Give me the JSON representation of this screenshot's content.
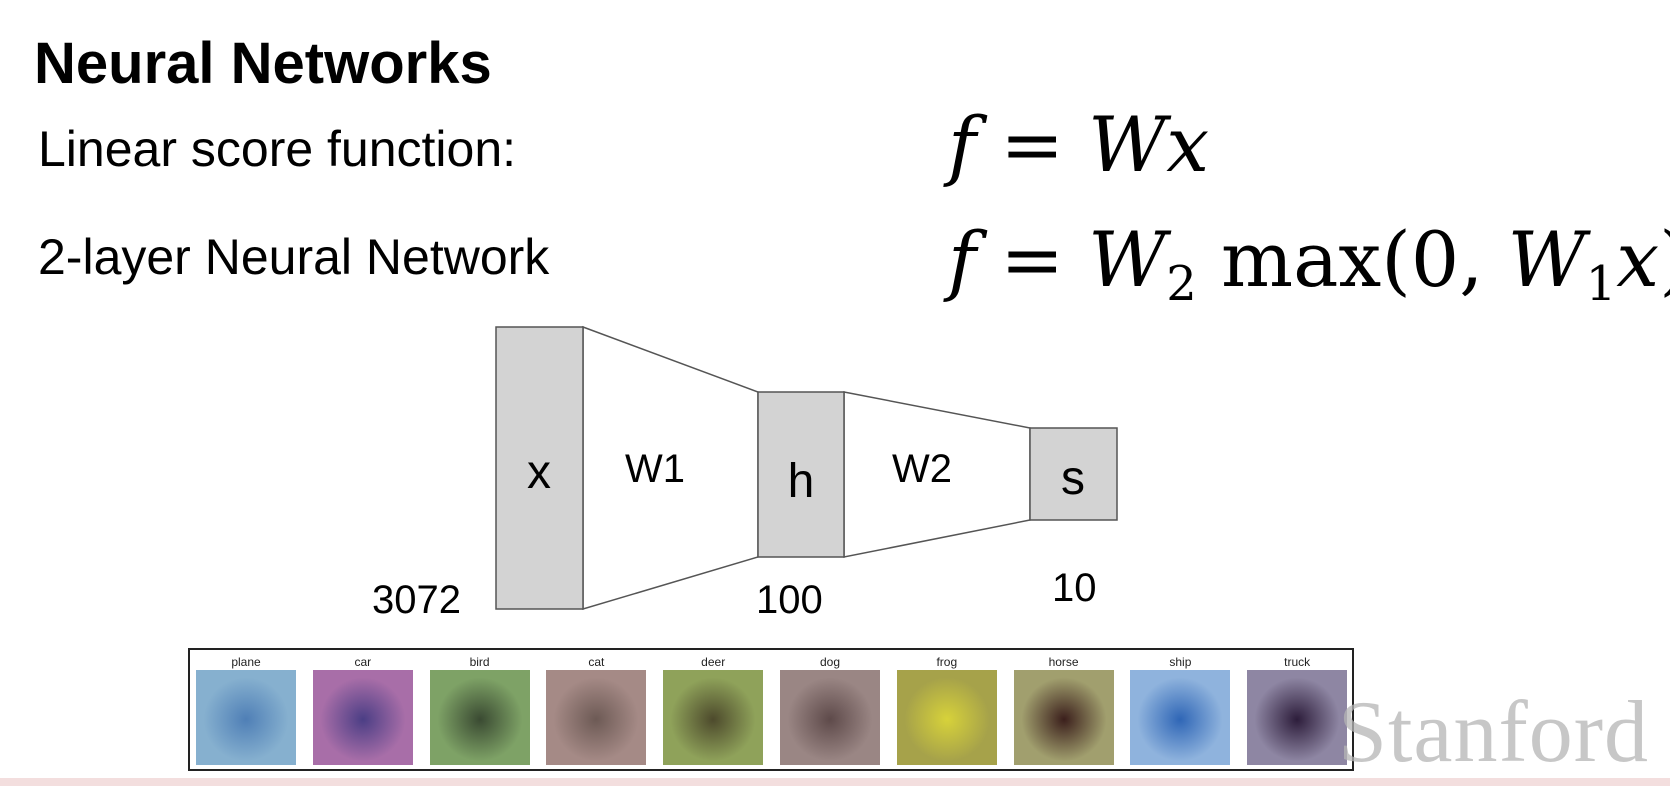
{
  "slide": {
    "title": "Neural Networks",
    "linear_label": "Linear score function:",
    "nn_label": "2-layer Neural Network"
  },
  "formulas": {
    "linear": {
      "lhs": "f",
      "eq": "=",
      "w": "W",
      "x": "x"
    },
    "two_layer": {
      "lhs": "f",
      "eq": "=",
      "w2": "W",
      "w2_sub": "2",
      "max": "max(0,",
      "w1": "W",
      "w1_sub": "1",
      "x": "x",
      "close": ")"
    }
  },
  "diagram": {
    "nodes": [
      {
        "label": "x",
        "size": "3072"
      },
      {
        "label": "h",
        "size": "100"
      },
      {
        "label": "s",
        "size": "10"
      }
    ],
    "weights": [
      "W1",
      "W2"
    ],
    "node_fill": "#d3d3d3",
    "stroke": "#555555"
  },
  "templates": {
    "classes": [
      "plane",
      "car",
      "bird",
      "cat",
      "deer",
      "dog",
      "frog",
      "horse",
      "ship",
      "truck"
    ],
    "colors": [
      [
        "#4f7fb6",
        "#86b0cf"
      ],
      [
        "#4b3e85",
        "#a86ea8"
      ],
      [
        "#3a4a32",
        "#7ea266"
      ],
      [
        "#6d5a55",
        "#a58a86"
      ],
      [
        "#4d4a2c",
        "#8fa25a"
      ],
      [
        "#5e4a4a",
        "#9a8684"
      ],
      [
        "#d7d23a",
        "#a6a24a"
      ],
      [
        "#3b1f1c",
        "#a19f6e"
      ],
      [
        "#2f66b6",
        "#8fb3dd"
      ],
      [
        "#2d1d3b",
        "#8e86a3"
      ]
    ]
  },
  "watermark": "Stanford"
}
